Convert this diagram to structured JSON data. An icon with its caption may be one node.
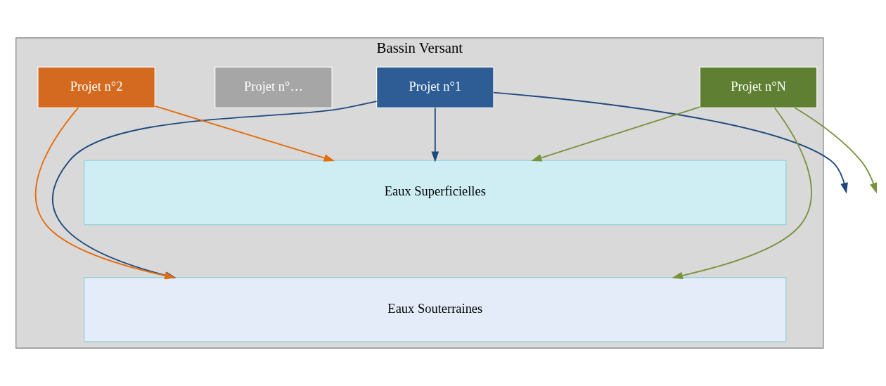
{
  "diagram": {
    "nodes": [
      {
        "text": [
          "Bassin Versant"
        ]
      },
      {
        "text": [
          "Projet n°1"
        ],
        "in": 0
      },
      {
        "text": [
          "Projet n°2"
        ],
        "in": 0
      },
      {
        "text": [
          "Projet n°…"
        ],
        "in": 0
      },
      {
        "text": [
          "Projet n°N"
        ],
        "in": 0
      },
      {
        "text": [
          "Eaux Superficielles"
        ],
        "in": 0
      },
      {
        "text": [
          "Eaux Souterraines"
        ],
        "in": 0
      }
    ],
    "edges": [
      {
        "from": 1,
        "to": null,
        "arrow": "to",
        "color": "#1f497d"
      },
      {
        "from": 1,
        "to": 5,
        "arrow": "to",
        "color": "#1f497d"
      },
      {
        "from": 1,
        "to": 6,
        "arrow": "to",
        "color": "#1f497d"
      },
      {
        "from": 2,
        "to": 5,
        "arrow": "to",
        "color": "#e46c0a"
      },
      {
        "from": 2,
        "to": 6,
        "arrow": "to",
        "color": "#e46c0a"
      },
      {
        "from": 4,
        "to": 5,
        "arrow": "to",
        "color": "#77933c"
      },
      {
        "from": 4,
        "to": null,
        "arrow": "to",
        "color": "#77933c"
      },
      {
        "from": 4,
        "to": 6,
        "arrow": "to",
        "color": "#77933c"
      }
    ]
  }
}
